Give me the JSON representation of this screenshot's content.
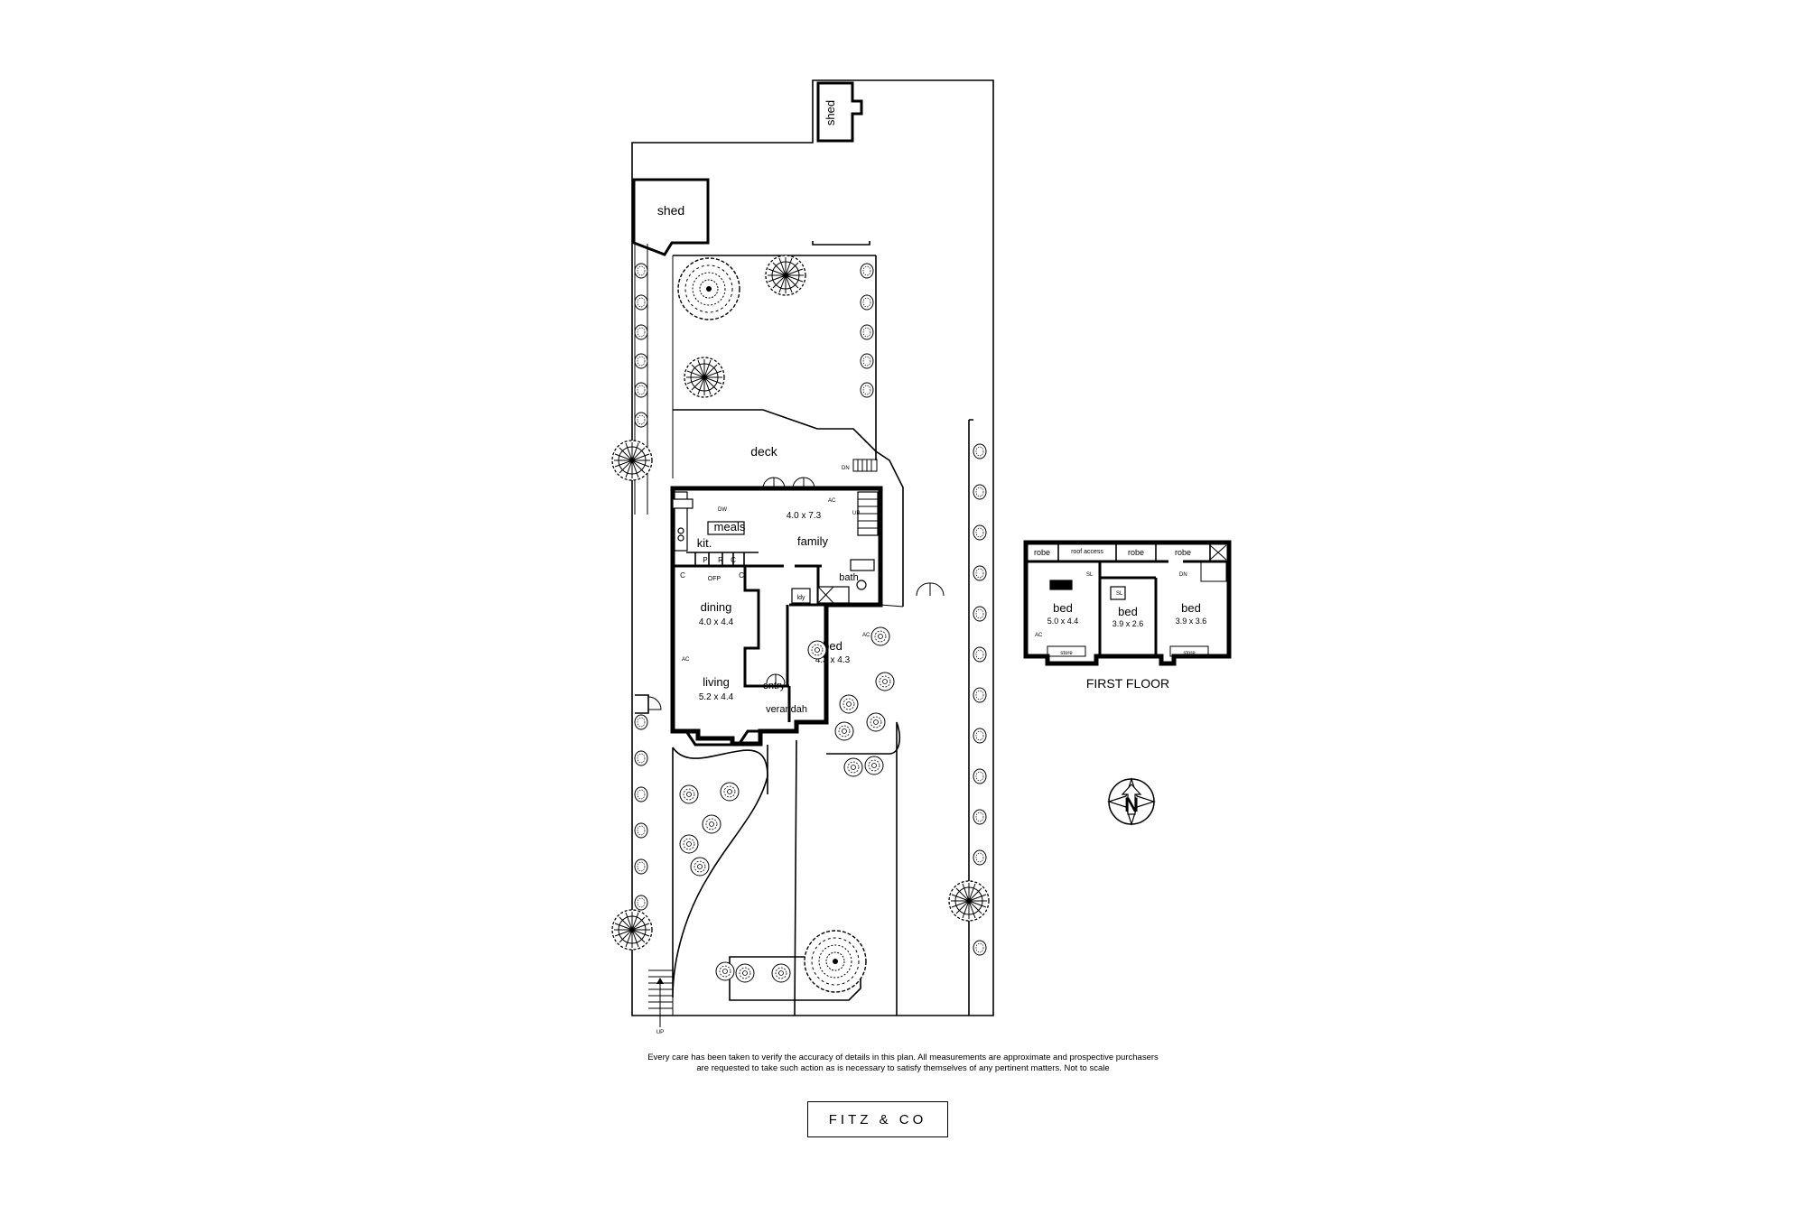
{
  "plan": {
    "labels": {
      "shed_top": "shed",
      "shed_left": "shed",
      "deck": "deck",
      "meals": "meals",
      "family": "family",
      "family_dim": "4.0 x 7.3",
      "kit": "kit.",
      "bath": "bath",
      "dining": "dining",
      "dining_dim": "4.0 x 4.4",
      "living": "living",
      "living_dim": "5.2 x 4.4",
      "bed": "bed",
      "bed_dim": "4.3 x 4.3",
      "entry": "entry",
      "verandah": "verandah",
      "up": "UP",
      "dn": "DN",
      "ac": "AC",
      "dw": "DW",
      "ofp": "OFP",
      "p": "P",
      "r": "R",
      "c": "C",
      "ldy": "ldy"
    },
    "first_floor": {
      "title": "FIRST FLOOR",
      "robe": "robe",
      "roof_access": "roof access",
      "bed": "bed",
      "bed1_dim": "5.0 x 4.4",
      "bed2_dim": "3.9 x 2.6",
      "bed3_dim": "3.9 x 3.6",
      "store": "store",
      "sl": "SL",
      "dn": "DN",
      "ac": "AC"
    },
    "compass": "N"
  },
  "disclaimer": {
    "line1": "Every care has been taken to verify the accuracy of details in this plan. All measurements are approximate and prospective purchasers",
    "line2": "are requested to take such action as is necessary to satisfy themselves of any pertinent matters. Not to scale"
  },
  "brand": "FITZ & CO"
}
